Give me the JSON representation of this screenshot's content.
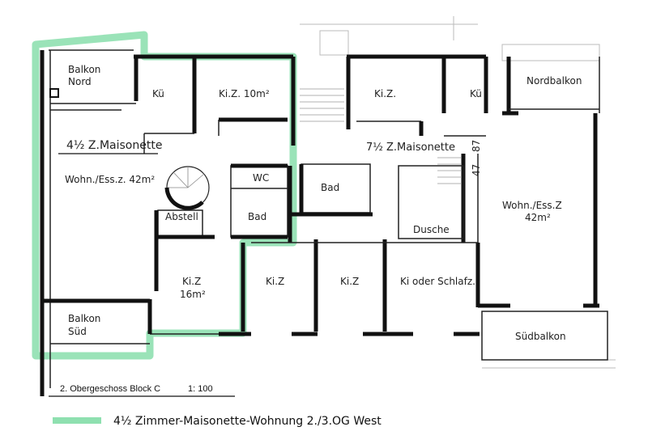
{
  "colors": {
    "highlight": "#8fe0b0",
    "wall": "#111111",
    "paper": "#ffffff"
  },
  "labels": {
    "balkon_nord": [
      "Balkon",
      "Nord"
    ],
    "kueche_left": "Kü",
    "kizi_10": "Ki.Z. 10m²",
    "maisonette_45": "4½ Z.Maisonette",
    "wohn_ess_42_left": "Wohn./Ess.z. 42m²",
    "wc": "WC",
    "bad_left": "Bad",
    "abstell": "Abstell",
    "kizi_16": [
      "Ki.Z",
      "16m²"
    ],
    "balkon_sued": [
      "Balkon",
      "Süd"
    ],
    "kizi_top": "Ki.Z.",
    "kueche_right": "Kü",
    "nordbalkon": "Nordbalkon",
    "maisonette_75": "7½ Z.Maisonette",
    "dim_87": "87",
    "dim_47": "47",
    "bad_center": "Bad",
    "wohn_ess_right": [
      "Wohn./Ess.Z",
      "42m²"
    ],
    "dusche": "Dusche",
    "kiz_a": "Ki.Z",
    "kiz_b": "Ki.Z",
    "ki_schlaf": "Ki oder Schlafz.",
    "suedbalkon": "Südbalkon"
  },
  "title_block": {
    "floor": "2. Obergeschoss  Block C",
    "scale": "1: 100"
  },
  "legend": {
    "caption": "4½ Zimmer-Maisonette-Wohnung 2./3.OG West"
  }
}
